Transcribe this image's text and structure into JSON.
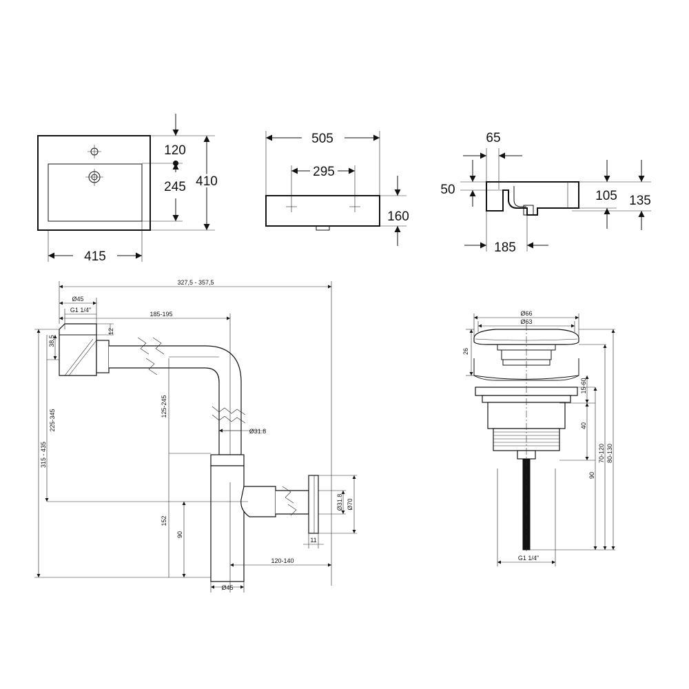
{
  "basin_top": {
    "width": "415",
    "depth": "410",
    "tap_offset": "120",
    "drain_offset": "245"
  },
  "basin_front": {
    "width": "505",
    "hole_spacing": "295",
    "height": "160"
  },
  "basin_side": {
    "offset": "65",
    "rim": "50",
    "inner": "105",
    "outer": "135",
    "depth": "185"
  },
  "siphon": {
    "total_len": "327,5 - 357,5",
    "d_inlet": "Ø45",
    "thread": "G1 1/4\"",
    "len_185": "185-195",
    "h12": "12",
    "h38": "38,5",
    "h225": "225-345",
    "h315": "315 - 435",
    "h125": "125-245",
    "d_pipe": "Ø31.8",
    "h152": "152",
    "h90": "90",
    "len_120": "120-140",
    "d_bottom": "Ø45",
    "d_outlet": "Ø31.8",
    "d_flange": "Ø70",
    "t11": "11"
  },
  "drain_valve": {
    "d66": "Ø66",
    "d63": "Ø63",
    "h26": "26",
    "h15": "15-60",
    "h40": "40",
    "h90": "90",
    "h70": "70-120",
    "h80": "80-130",
    "thread": "G1 1/4\""
  }
}
